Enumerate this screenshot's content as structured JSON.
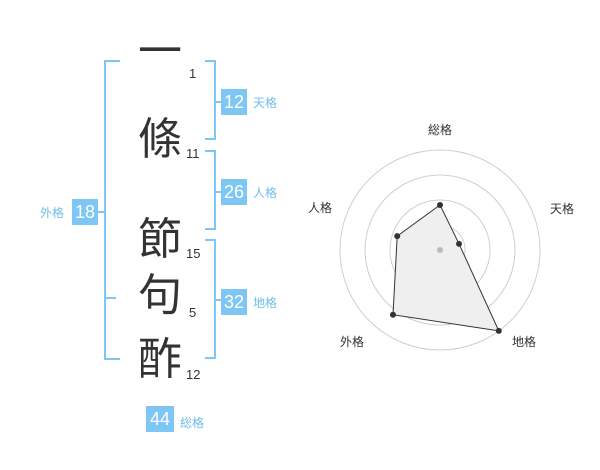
{
  "characters": [
    {
      "char": "一",
      "strokes": "1"
    },
    {
      "char": "條",
      "strokes": "11"
    },
    {
      "char": "節",
      "strokes": "15"
    },
    {
      "char": "句",
      "strokes": "5"
    },
    {
      "char": "酢",
      "strokes": "12"
    }
  ],
  "fortunes": {
    "tenkaku": {
      "value": "12",
      "label": "天格"
    },
    "jinkaku": {
      "value": "26",
      "label": "人格"
    },
    "chikaku": {
      "value": "32",
      "label": "地格"
    },
    "gaikaku": {
      "value": "18",
      "label": "外格"
    },
    "soukaku": {
      "value": "44",
      "label": "総格"
    }
  },
  "chart_data": {
    "type": "radar",
    "axes": [
      "総格",
      "天格",
      "地格",
      "外格",
      "人格"
    ],
    "values": [
      0.45,
      0.2,
      1.0,
      0.8,
      0.45
    ],
    "range": [
      0,
      1
    ],
    "rings": 4
  },
  "colors": {
    "accent": "#7ec6f3",
    "label": "#6fbde8",
    "text": "#333333"
  }
}
